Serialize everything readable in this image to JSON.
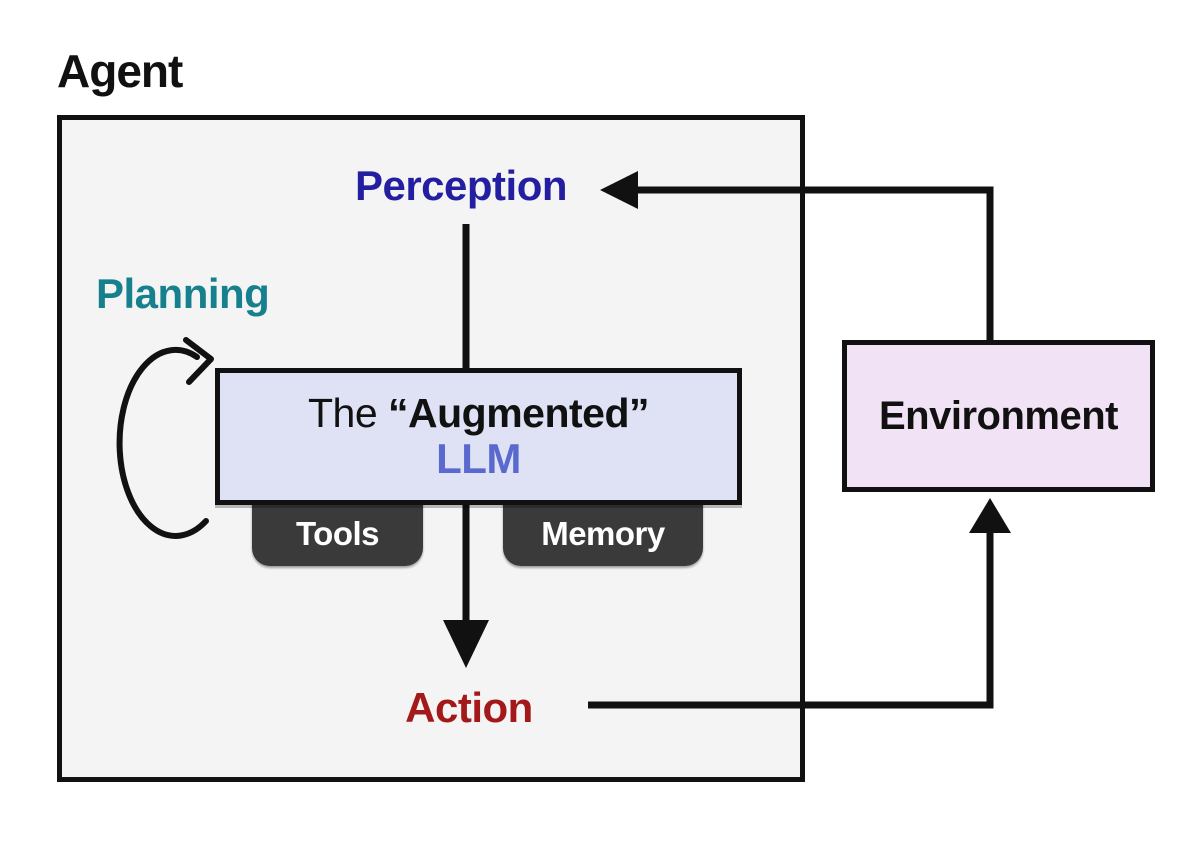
{
  "title": "Agent",
  "labels": {
    "perception": "Perception",
    "planning": "Planning",
    "action": "Action",
    "environment": "Environment",
    "llm_line1_regular": "The ",
    "llm_line1_bold": "“Augmented”",
    "llm_line2": "LLM",
    "tools": "Tools",
    "memory": "Memory"
  },
  "colors": {
    "background": "#FFFFFF",
    "text": "#111111",
    "line": "#111111",
    "perception": "#241FA0",
    "planning": "#17808D",
    "action": "#A31818",
    "llm": "#5A69CE",
    "llm_box_bg": "#DEE2F4",
    "environment_box_bg": "#F1E3F5",
    "agent_box_bg": "#F4F4F5",
    "tab_bg": "#3A3A3A",
    "tab_text": "#FFFFFF"
  },
  "icons": {
    "perception_input_arrow": "left-arrow",
    "llm_to_action_arrow": "down-arrow",
    "action_output_arrow": "up-arrow",
    "planning_loop_arrow": "circular-self-loop-arrow"
  }
}
